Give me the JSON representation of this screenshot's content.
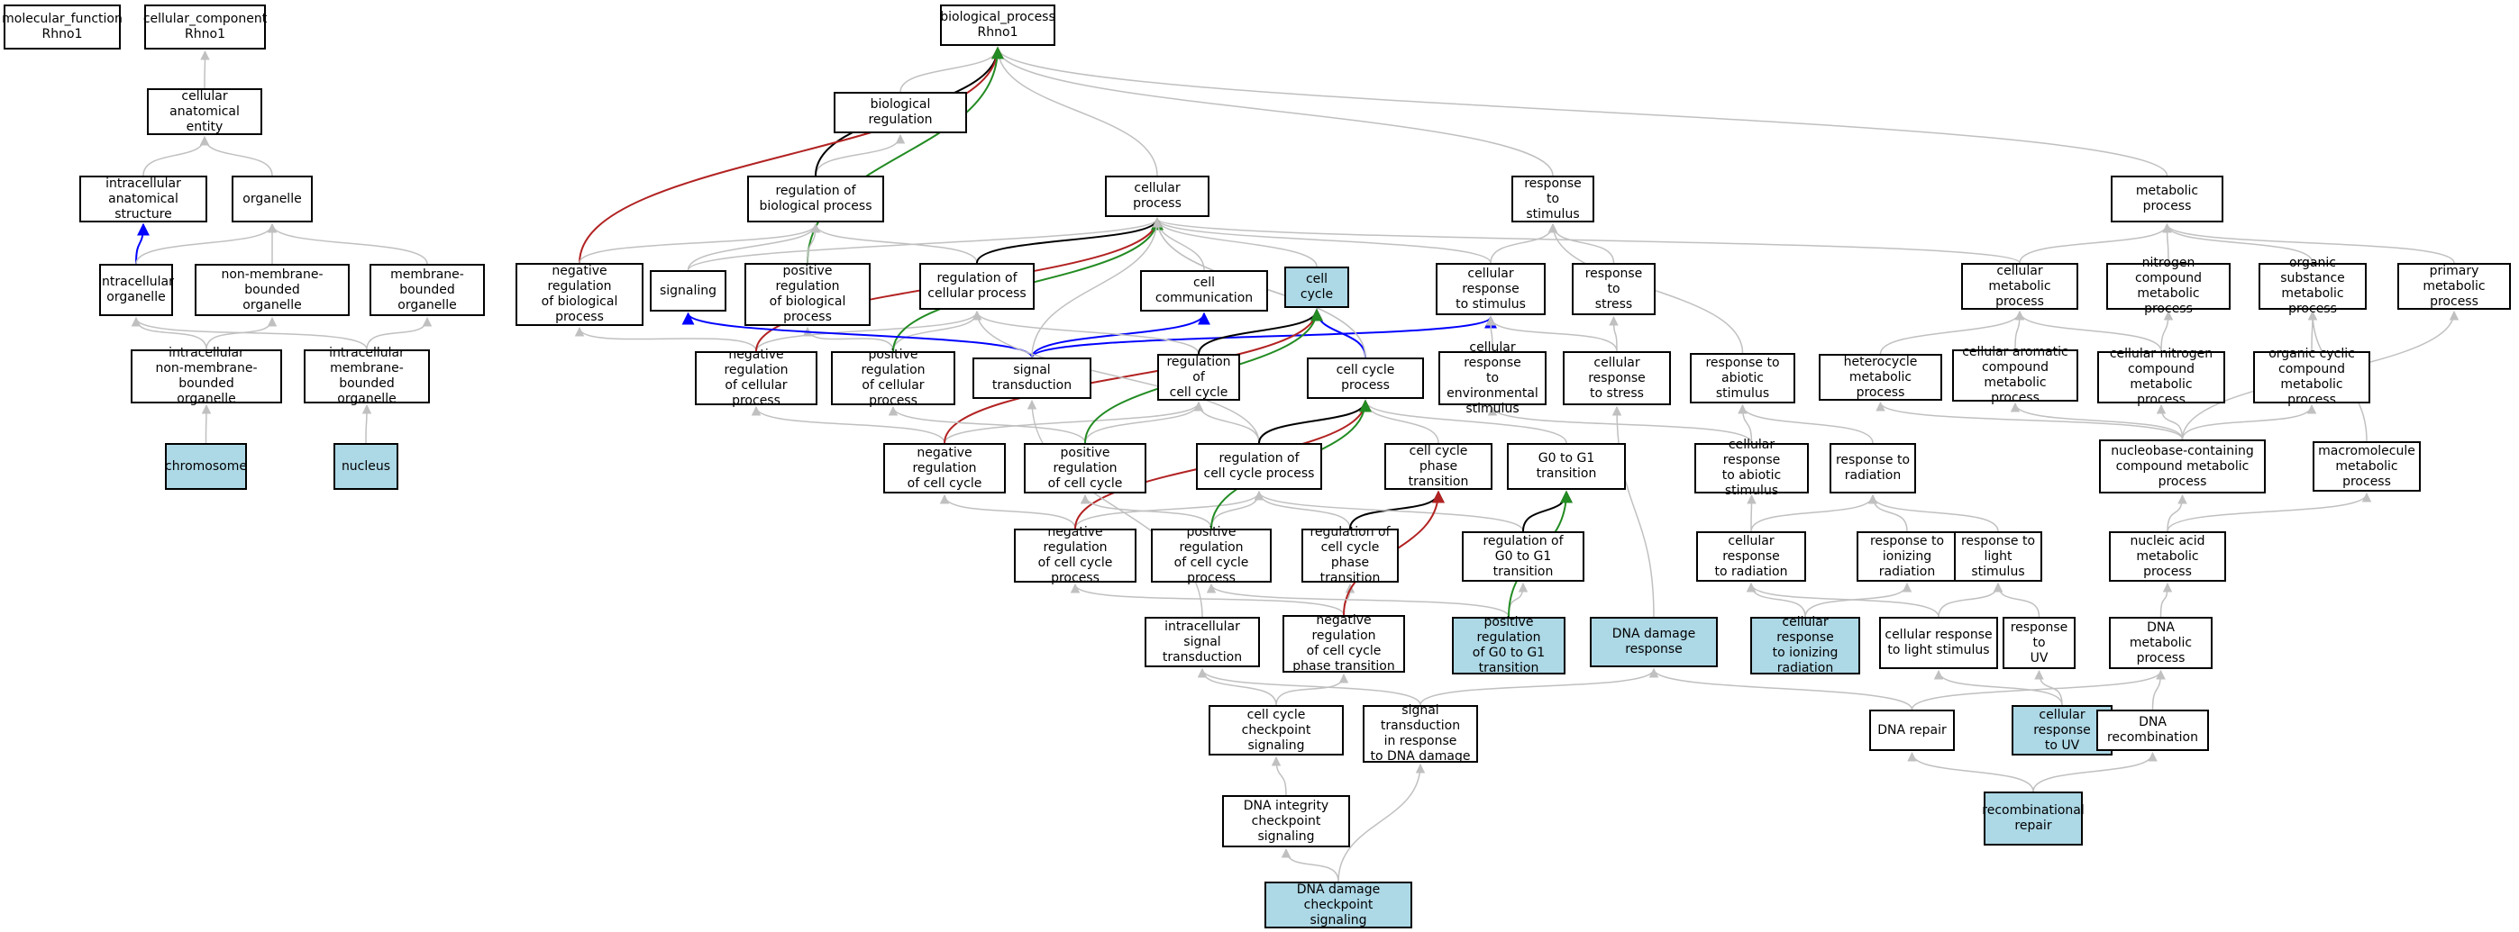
{
  "nodes": [
    {
      "id": "mf",
      "label": "molecular_function\nRhno1",
      "hl": false
    },
    {
      "id": "cc",
      "label": "cellular_component\nRhno1",
      "hl": false
    },
    {
      "id": "bp",
      "label": "biological_process\nRhno1",
      "hl": false
    },
    {
      "id": "cae",
      "label": "cellular anatomical\nentity",
      "hl": false
    },
    {
      "id": "breg",
      "label": "biological regulation",
      "hl": false
    },
    {
      "id": "ias",
      "label": "intracellular\nanatomical structure",
      "hl": false
    },
    {
      "id": "org",
      "label": "organelle",
      "hl": false
    },
    {
      "id": "rbp",
      "label": "regulation of\nbiological process",
      "hl": false
    },
    {
      "id": "cp",
      "label": "cellular process",
      "hl": false
    },
    {
      "id": "rts",
      "label": "response to\nstimulus",
      "hl": false
    },
    {
      "id": "mp",
      "label": "metabolic process",
      "hl": false
    },
    {
      "id": "io",
      "label": "intracellular\norganelle",
      "hl": false
    },
    {
      "id": "nmbo",
      "label": "non-membrane-bounded\norganelle",
      "hl": false
    },
    {
      "id": "mbo",
      "label": "membrane-bounded\norganelle",
      "hl": false
    },
    {
      "id": "nrbp",
      "label": "negative regulation\nof biological\nprocess",
      "hl": false
    },
    {
      "id": "sig",
      "label": "signaling",
      "hl": false
    },
    {
      "id": "prbp",
      "label": "positive regulation\nof biological\nprocess",
      "hl": false
    },
    {
      "id": "rcp",
      "label": "regulation of\ncellular process",
      "hl": false
    },
    {
      "id": "ccom",
      "label": "cell communication",
      "hl": false
    },
    {
      "id": "ccyc",
      "label": "cell cycle",
      "hl": true
    },
    {
      "id": "crs",
      "label": "cellular response\nto stimulus",
      "hl": false
    },
    {
      "id": "rstress",
      "label": "response to\nstress",
      "hl": false
    },
    {
      "id": "cmp",
      "label": "cellular metabolic\nprocess",
      "hl": false
    },
    {
      "id": "ncmp",
      "label": "nitrogen compound\nmetabolic process",
      "hl": false
    },
    {
      "id": "osmp",
      "label": "organic substance\nmetabolic process",
      "hl": false
    },
    {
      "id": "pmp",
      "label": "primary metabolic\nprocess",
      "hl": false
    },
    {
      "id": "inmbo",
      "label": "intracellular\nnon-membrane-bounded\norganelle",
      "hl": false
    },
    {
      "id": "imbo",
      "label": "intracellular\nmembrane-bounded\norganelle",
      "hl": false
    },
    {
      "id": "nrcp",
      "label": "negative regulation\nof cellular\nprocess",
      "hl": false
    },
    {
      "id": "prcp",
      "label": "positive regulation\nof cellular\nprocess",
      "hl": false
    },
    {
      "id": "st",
      "label": "signal transduction",
      "hl": false
    },
    {
      "id": "rcc",
      "label": "regulation of\ncell cycle",
      "hl": false
    },
    {
      "id": "ccp",
      "label": "cell cycle process",
      "hl": false
    },
    {
      "id": "crenv",
      "label": "cellular response\nto environmental\nstimulus",
      "hl": false
    },
    {
      "id": "crstress",
      "label": "cellular response\nto stress",
      "hl": false
    },
    {
      "id": "ras",
      "label": "response to\nabiotic stimulus",
      "hl": false
    },
    {
      "id": "hmp",
      "label": "heterocycle\nmetabolic process",
      "hl": false
    },
    {
      "id": "cacmp",
      "label": "cellular aromatic\ncompound metabolic\nprocess",
      "hl": false
    },
    {
      "id": "cncmp",
      "label": "cellular nitrogen\ncompound metabolic\nprocess",
      "hl": false
    },
    {
      "id": "occmp",
      "label": "organic cyclic\ncompound metabolic\nprocess",
      "hl": false
    },
    {
      "id": "chrom",
      "label": "chromosome",
      "hl": true
    },
    {
      "id": "nuc",
      "label": "nucleus",
      "hl": true
    },
    {
      "id": "nrcc",
      "label": "negative regulation\nof cell cycle",
      "hl": false
    },
    {
      "id": "prcc",
      "label": "positive regulation\nof cell cycle",
      "hl": false
    },
    {
      "id": "rccp",
      "label": "regulation of\ncell cycle process",
      "hl": false
    },
    {
      "id": "ccpt",
      "label": "cell cycle phase\ntransition",
      "hl": false
    },
    {
      "id": "g0g1",
      "label": "G0 to G1 transition",
      "hl": false
    },
    {
      "id": "cras",
      "label": "cellular response\nto abiotic stimulus",
      "hl": false
    },
    {
      "id": "rrad",
      "label": "response to\nradiation",
      "hl": false
    },
    {
      "id": "nbcmp",
      "label": "nucleobase-containing\ncompound metabolic\nprocess",
      "hl": false
    },
    {
      "id": "mmp",
      "label": "macromolecule\nmetabolic process",
      "hl": false
    },
    {
      "id": "nrccp",
      "label": "negative regulation\nof cell cycle\nprocess",
      "hl": false
    },
    {
      "id": "prccp",
      "label": "positive regulation\nof cell cycle\nprocess",
      "hl": false
    },
    {
      "id": "rccpt",
      "label": "regulation of\ncell cycle phase\ntransition",
      "hl": false
    },
    {
      "id": "rg0g1",
      "label": "regulation of\nG0 to G1 transition",
      "hl": false
    },
    {
      "id": "crrad",
      "label": "cellular response\nto radiation",
      "hl": false
    },
    {
      "id": "rir",
      "label": "response to\nionizing radiation",
      "hl": false
    },
    {
      "id": "rls",
      "label": "response to\nlight stimulus",
      "hl": false
    },
    {
      "id": "namp",
      "label": "nucleic acid\nmetabolic process",
      "hl": false
    },
    {
      "id": "ist",
      "label": "intracellular\nsignal transduction",
      "hl": false
    },
    {
      "id": "nrccpt",
      "label": "negative regulation\nof cell cycle\nphase transition",
      "hl": false
    },
    {
      "id": "prg0g1",
      "label": "positive regulation\nof G0 to G1\ntransition",
      "hl": true
    },
    {
      "id": "ddr",
      "label": "DNA damage response",
      "hl": true
    },
    {
      "id": "crir",
      "label": "cellular response\nto ionizing\nradiation",
      "hl": true
    },
    {
      "id": "crls",
      "label": "cellular response\nto light stimulus",
      "hl": false
    },
    {
      "id": "ruv",
      "label": "response to\nUV",
      "hl": false
    },
    {
      "id": "dmp",
      "label": "DNA metabolic\nprocess",
      "hl": false
    },
    {
      "id": "cccs",
      "label": "cell cycle checkpoint\nsignaling",
      "hl": false
    },
    {
      "id": "stdd",
      "label": "signal transduction\nin response\nto DNA damage",
      "hl": false
    },
    {
      "id": "drep",
      "label": "DNA repair",
      "hl": false
    },
    {
      "id": "cruv",
      "label": "cellular response\nto UV",
      "hl": true
    },
    {
      "id": "drec",
      "label": "DNA recombination",
      "hl": false
    },
    {
      "id": "dics",
      "label": "DNA integrity\ncheckpoint signaling",
      "hl": false
    },
    {
      "id": "recrep",
      "label": "recombinational\nrepair",
      "hl": true
    },
    {
      "id": "ddcs",
      "label": "DNA damage checkpoint\nsignaling",
      "hl": true
    }
  ],
  "edges": [
    [
      "cae",
      "cc",
      "gray"
    ],
    [
      "ias",
      "cae",
      "gray"
    ],
    [
      "org",
      "cae",
      "gray"
    ],
    [
      "io",
      "ias",
      "blue"
    ],
    [
      "io",
      "org",
      "gray"
    ],
    [
      "nmbo",
      "org",
      "gray"
    ],
    [
      "mbo",
      "org",
      "gray"
    ],
    [
      "inmbo",
      "io",
      "gray"
    ],
    [
      "inmbo",
      "nmbo",
      "gray"
    ],
    [
      "imbo",
      "io",
      "gray"
    ],
    [
      "imbo",
      "mbo",
      "gray"
    ],
    [
      "chrom",
      "inmbo",
      "gray"
    ],
    [
      "nuc",
      "imbo",
      "gray"
    ],
    [
      "breg",
      "bp",
      "gray"
    ],
    [
      "rbp",
      "breg",
      "gray"
    ],
    [
      "rbp",
      "bp",
      "black"
    ],
    [
      "cp",
      "bp",
      "gray"
    ],
    [
      "rts",
      "bp",
      "gray"
    ],
    [
      "mp",
      "bp",
      "gray"
    ],
    [
      "nrbp",
      "bp",
      "red"
    ],
    [
      "prbp",
      "bp",
      "green"
    ],
    [
      "nrbp",
      "rbp",
      "gray"
    ],
    [
      "sig",
      "rbp",
      "gray"
    ],
    [
      "prbp",
      "rbp",
      "gray"
    ],
    [
      "rcp",
      "rbp",
      "gray"
    ],
    [
      "sig",
      "cp",
      "gray"
    ],
    [
      "rcp",
      "cp",
      "black"
    ],
    [
      "ccom",
      "cp",
      "gray"
    ],
    [
      "ccyc",
      "cp",
      "gray"
    ],
    [
      "crs",
      "cp",
      "gray"
    ],
    [
      "cmp",
      "cp",
      "gray"
    ],
    [
      "ccp",
      "cp",
      "gray"
    ],
    [
      "crs",
      "rts",
      "gray"
    ],
    [
      "rstress",
      "rts",
      "gray"
    ],
    [
      "ras",
      "rts",
      "gray"
    ],
    [
      "cmp",
      "mp",
      "gray"
    ],
    [
      "ncmp",
      "mp",
      "gray"
    ],
    [
      "osmp",
      "mp",
      "gray"
    ],
    [
      "pmp",
      "mp",
      "gray"
    ],
    [
      "nrcp",
      "nrbp",
      "gray"
    ],
    [
      "nrcp",
      "rcp",
      "gray"
    ],
    [
      "nrcp",
      "cp",
      "red"
    ],
    [
      "prcp",
      "prbp",
      "gray"
    ],
    [
      "prcp",
      "rcp",
      "gray"
    ],
    [
      "prcp",
      "cp",
      "green"
    ],
    [
      "st",
      "sig",
      "blue"
    ],
    [
      "st",
      "ccom",
      "blue"
    ],
    [
      "st",
      "crs",
      "blue"
    ],
    [
      "st",
      "cp",
      "gray"
    ],
    [
      "rcc",
      "rcp",
      "gray"
    ],
    [
      "rcc",
      "ccyc",
      "black"
    ],
    [
      "ccp",
      "ccyc",
      "blue"
    ],
    [
      "ccp",
      "cp",
      "gray"
    ],
    [
      "crenv",
      "crs",
      "gray"
    ],
    [
      "crstress",
      "crs",
      "gray"
    ],
    [
      "crstress",
      "rstress",
      "gray"
    ],
    [
      "hmp",
      "cmp",
      "gray"
    ],
    [
      "cacmp",
      "cmp",
      "gray"
    ],
    [
      "cncmp",
      "cmp",
      "gray"
    ],
    [
      "cncmp",
      "ncmp",
      "gray"
    ],
    [
      "occmp",
      "osmp",
      "gray"
    ],
    [
      "nrcc",
      "nrcp",
      "gray"
    ],
    [
      "nrcc",
      "rcc",
      "gray"
    ],
    [
      "nrcc",
      "ccyc",
      "red"
    ],
    [
      "prcc",
      "prcp",
      "gray"
    ],
    [
      "prcc",
      "rcc",
      "gray"
    ],
    [
      "prcc",
      "ccyc",
      "green"
    ],
    [
      "rccp",
      "rcc",
      "gray"
    ],
    [
      "rccp",
      "rcp",
      "gray"
    ],
    [
      "rccp",
      "ccp",
      "black"
    ],
    [
      "ccpt",
      "ccp",
      "gray"
    ],
    [
      "g0g1",
      "ccp",
      "gray"
    ],
    [
      "cras",
      "crenv",
      "gray"
    ],
    [
      "cras",
      "ras",
      "gray"
    ],
    [
      "rrad",
      "ras",
      "gray"
    ],
    [
      "nbcmp",
      "hmp",
      "gray"
    ],
    [
      "nbcmp",
      "cacmp",
      "gray"
    ],
    [
      "nbcmp",
      "cncmp",
      "gray"
    ],
    [
      "nbcmp",
      "occmp",
      "gray"
    ],
    [
      "nbcmp",
      "pmp",
      "gray"
    ],
    [
      "mmp",
      "osmp",
      "gray"
    ],
    [
      "nrccp",
      "nrcc",
      "gray"
    ],
    [
      "nrccp",
      "rccp",
      "gray"
    ],
    [
      "nrccp",
      "ccp",
      "red"
    ],
    [
      "prccp",
      "prcc",
      "gray"
    ],
    [
      "prccp",
      "rccp",
      "gray"
    ],
    [
      "prccp",
      "ccp",
      "green"
    ],
    [
      "rccpt",
      "rccp",
      "gray"
    ],
    [
      "rccpt",
      "ccpt",
      "black"
    ],
    [
      "rg0g1",
      "rccp",
      "gray"
    ],
    [
      "rg0g1",
      "g0g1",
      "black"
    ],
    [
      "crrad",
      "cras",
      "gray"
    ],
    [
      "crrad",
      "rrad",
      "gray"
    ],
    [
      "rir",
      "rrad",
      "gray"
    ],
    [
      "rls",
      "rrad",
      "gray"
    ],
    [
      "namp",
      "nbcmp",
      "gray"
    ],
    [
      "namp",
      "mmp",
      "gray"
    ],
    [
      "ist",
      "st",
      "gray"
    ],
    [
      "nrccpt",
      "nrccp",
      "gray"
    ],
    [
      "nrccpt",
      "rccpt",
      "gray"
    ],
    [
      "nrccpt",
      "ccpt",
      "red"
    ],
    [
      "prg0g1",
      "rg0g1",
      "gray"
    ],
    [
      "prg0g1",
      "prccp",
      "gray"
    ],
    [
      "prg0g1",
      "g0g1",
      "green"
    ],
    [
      "ddr",
      "crstress",
      "gray"
    ],
    [
      "crir",
      "crrad",
      "gray"
    ],
    [
      "crir",
      "rir",
      "gray"
    ],
    [
      "crls",
      "crrad",
      "gray"
    ],
    [
      "crls",
      "rls",
      "gray"
    ],
    [
      "ruv",
      "rls",
      "gray"
    ],
    [
      "dmp",
      "namp",
      "gray"
    ],
    [
      "cccs",
      "ist",
      "gray"
    ],
    [
      "cccs",
      "nrccpt",
      "gray"
    ],
    [
      "stdd",
      "ist",
      "gray"
    ],
    [
      "stdd",
      "ddr",
      "gray"
    ],
    [
      "drep",
      "ddr",
      "gray"
    ],
    [
      "drep",
      "dmp",
      "gray"
    ],
    [
      "cruv",
      "crls",
      "gray"
    ],
    [
      "cruv",
      "ruv",
      "gray"
    ],
    [
      "drec",
      "dmp",
      "gray"
    ],
    [
      "dics",
      "cccs",
      "gray"
    ],
    [
      "recrep",
      "drep",
      "gray"
    ],
    [
      "recrep",
      "drec",
      "gray"
    ],
    [
      "ddcs",
      "dics",
      "gray"
    ],
    [
      "ddcs",
      "stdd",
      "gray"
    ]
  ],
  "colors": {
    "gray": "#c0c0c0",
    "black": "#000000",
    "red": "#b22222",
    "green": "#228b22",
    "blue": "#0000ff",
    "highlight": "#add8e6"
  }
}
